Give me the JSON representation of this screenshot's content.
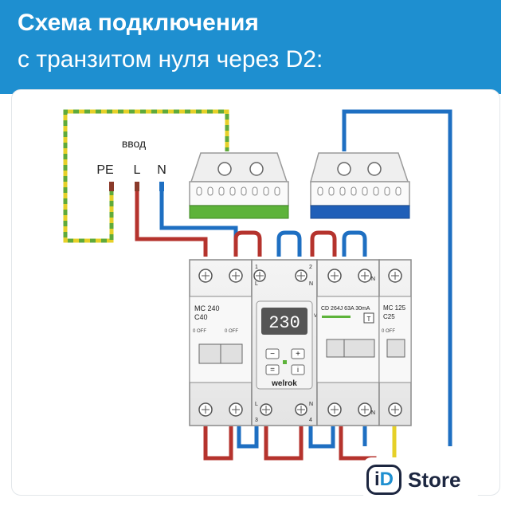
{
  "header": {
    "title_line1": "Схема подключения",
    "title_line2": "с транзитом нуля через D2:"
  },
  "diagram": {
    "input_label": "ввод",
    "terminals": {
      "pe": "PE",
      "l": "L",
      "n": "N"
    },
    "breaker_main": {
      "model": "MC 240",
      "rating": "C40",
      "off1": "0 OFF",
      "off2": "0 OFF"
    },
    "relay": {
      "display": "230",
      "unit": "V",
      "brand": "welrok",
      "t1": "1",
      "t2": "2",
      "t3": "3",
      "t4": "4",
      "l_top": "L",
      "n_top": "N",
      "l_bot": "L",
      "n_bot": "N",
      "btn_minus": "−",
      "btn_plus": "+",
      "btn_eq": "=",
      "btn_i": "i"
    },
    "rcd": {
      "model": "CD 264J 63A 30mA",
      "test": "T",
      "n_top": "N",
      "n_bot": "N"
    },
    "breaker_small": {
      "model": "MC 125",
      "rating": "C25",
      "off": "0 OFF"
    },
    "colors": {
      "phase": "#B5332D",
      "neutral": "#1E6FC2",
      "earth_yellow": "#E6D028",
      "earth_green": "#5FAA3A",
      "bus_green": "#5DB33A",
      "bus_blue": "#1F5FB8"
    }
  },
  "logo": {
    "i": "i",
    "d": "D",
    "word": "Store"
  }
}
